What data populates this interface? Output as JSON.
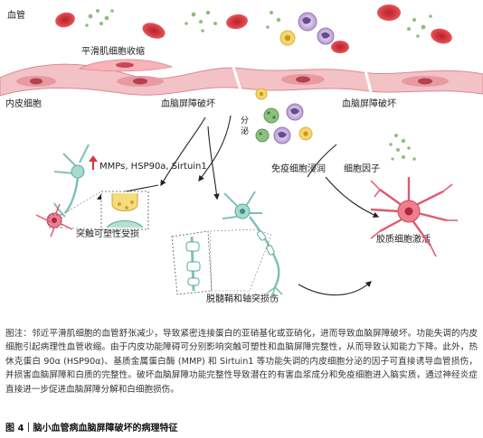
{
  "labels": {
    "vessel": "血管",
    "smooth_muscle": "平滑肌细胞收缩",
    "endothelial": "内皮细胞",
    "bbb_left": "血脑屏障破坏",
    "bbb_right": "血脑屏障破坏",
    "secretion": "分泌",
    "factors": "MMPs, HSP90a, Sirtuin1",
    "immune": "免疫细胞浸润",
    "cytokine": "细胞因子",
    "synaptic": "突触可塑性受损",
    "glial": "胶质细胞激活",
    "myelin": "脱髓鞘和轴突损伤"
  },
  "caption": "图注：邻近平滑肌细胞的血管舒张减少，导致紧密连接蛋白的亚硝基化或亚硝化，进而导致血脑屏障破坏。功能失调的内皮细胞引起病理性血管收缩。由于内皮功能障碍可分别影响突触可塑性和血脑屏障完整性，从而导致认知能力下降。此外，热休克蛋白 90α (HSP90α)、基质金属蛋白酶 (MMP) 和 Sirtuin1 等功能失调的内皮细胞分泌的因子可直接诱导血管损伤，并损害血脑屏障和白质的完整性。破坏血脑屏障功能完整性导致潜在的有害血浆成分和免疫细胞进入脑实质，通过神经炎症直接进一步促进血脑屏障分解和白细胞损伤。",
  "figure_title": "图 4｜脑小血管病血脑屏障破坏的病理特征",
  "colors": {
    "rbc": "#d8383f",
    "endothelium": "#f2c2c6",
    "smooth_muscle": "#f7b3b8",
    "immune": "#8f6fae",
    "green_particles": "#8dbf7e",
    "neuron": "#7fc1b7",
    "glia": "#e05a73"
  }
}
